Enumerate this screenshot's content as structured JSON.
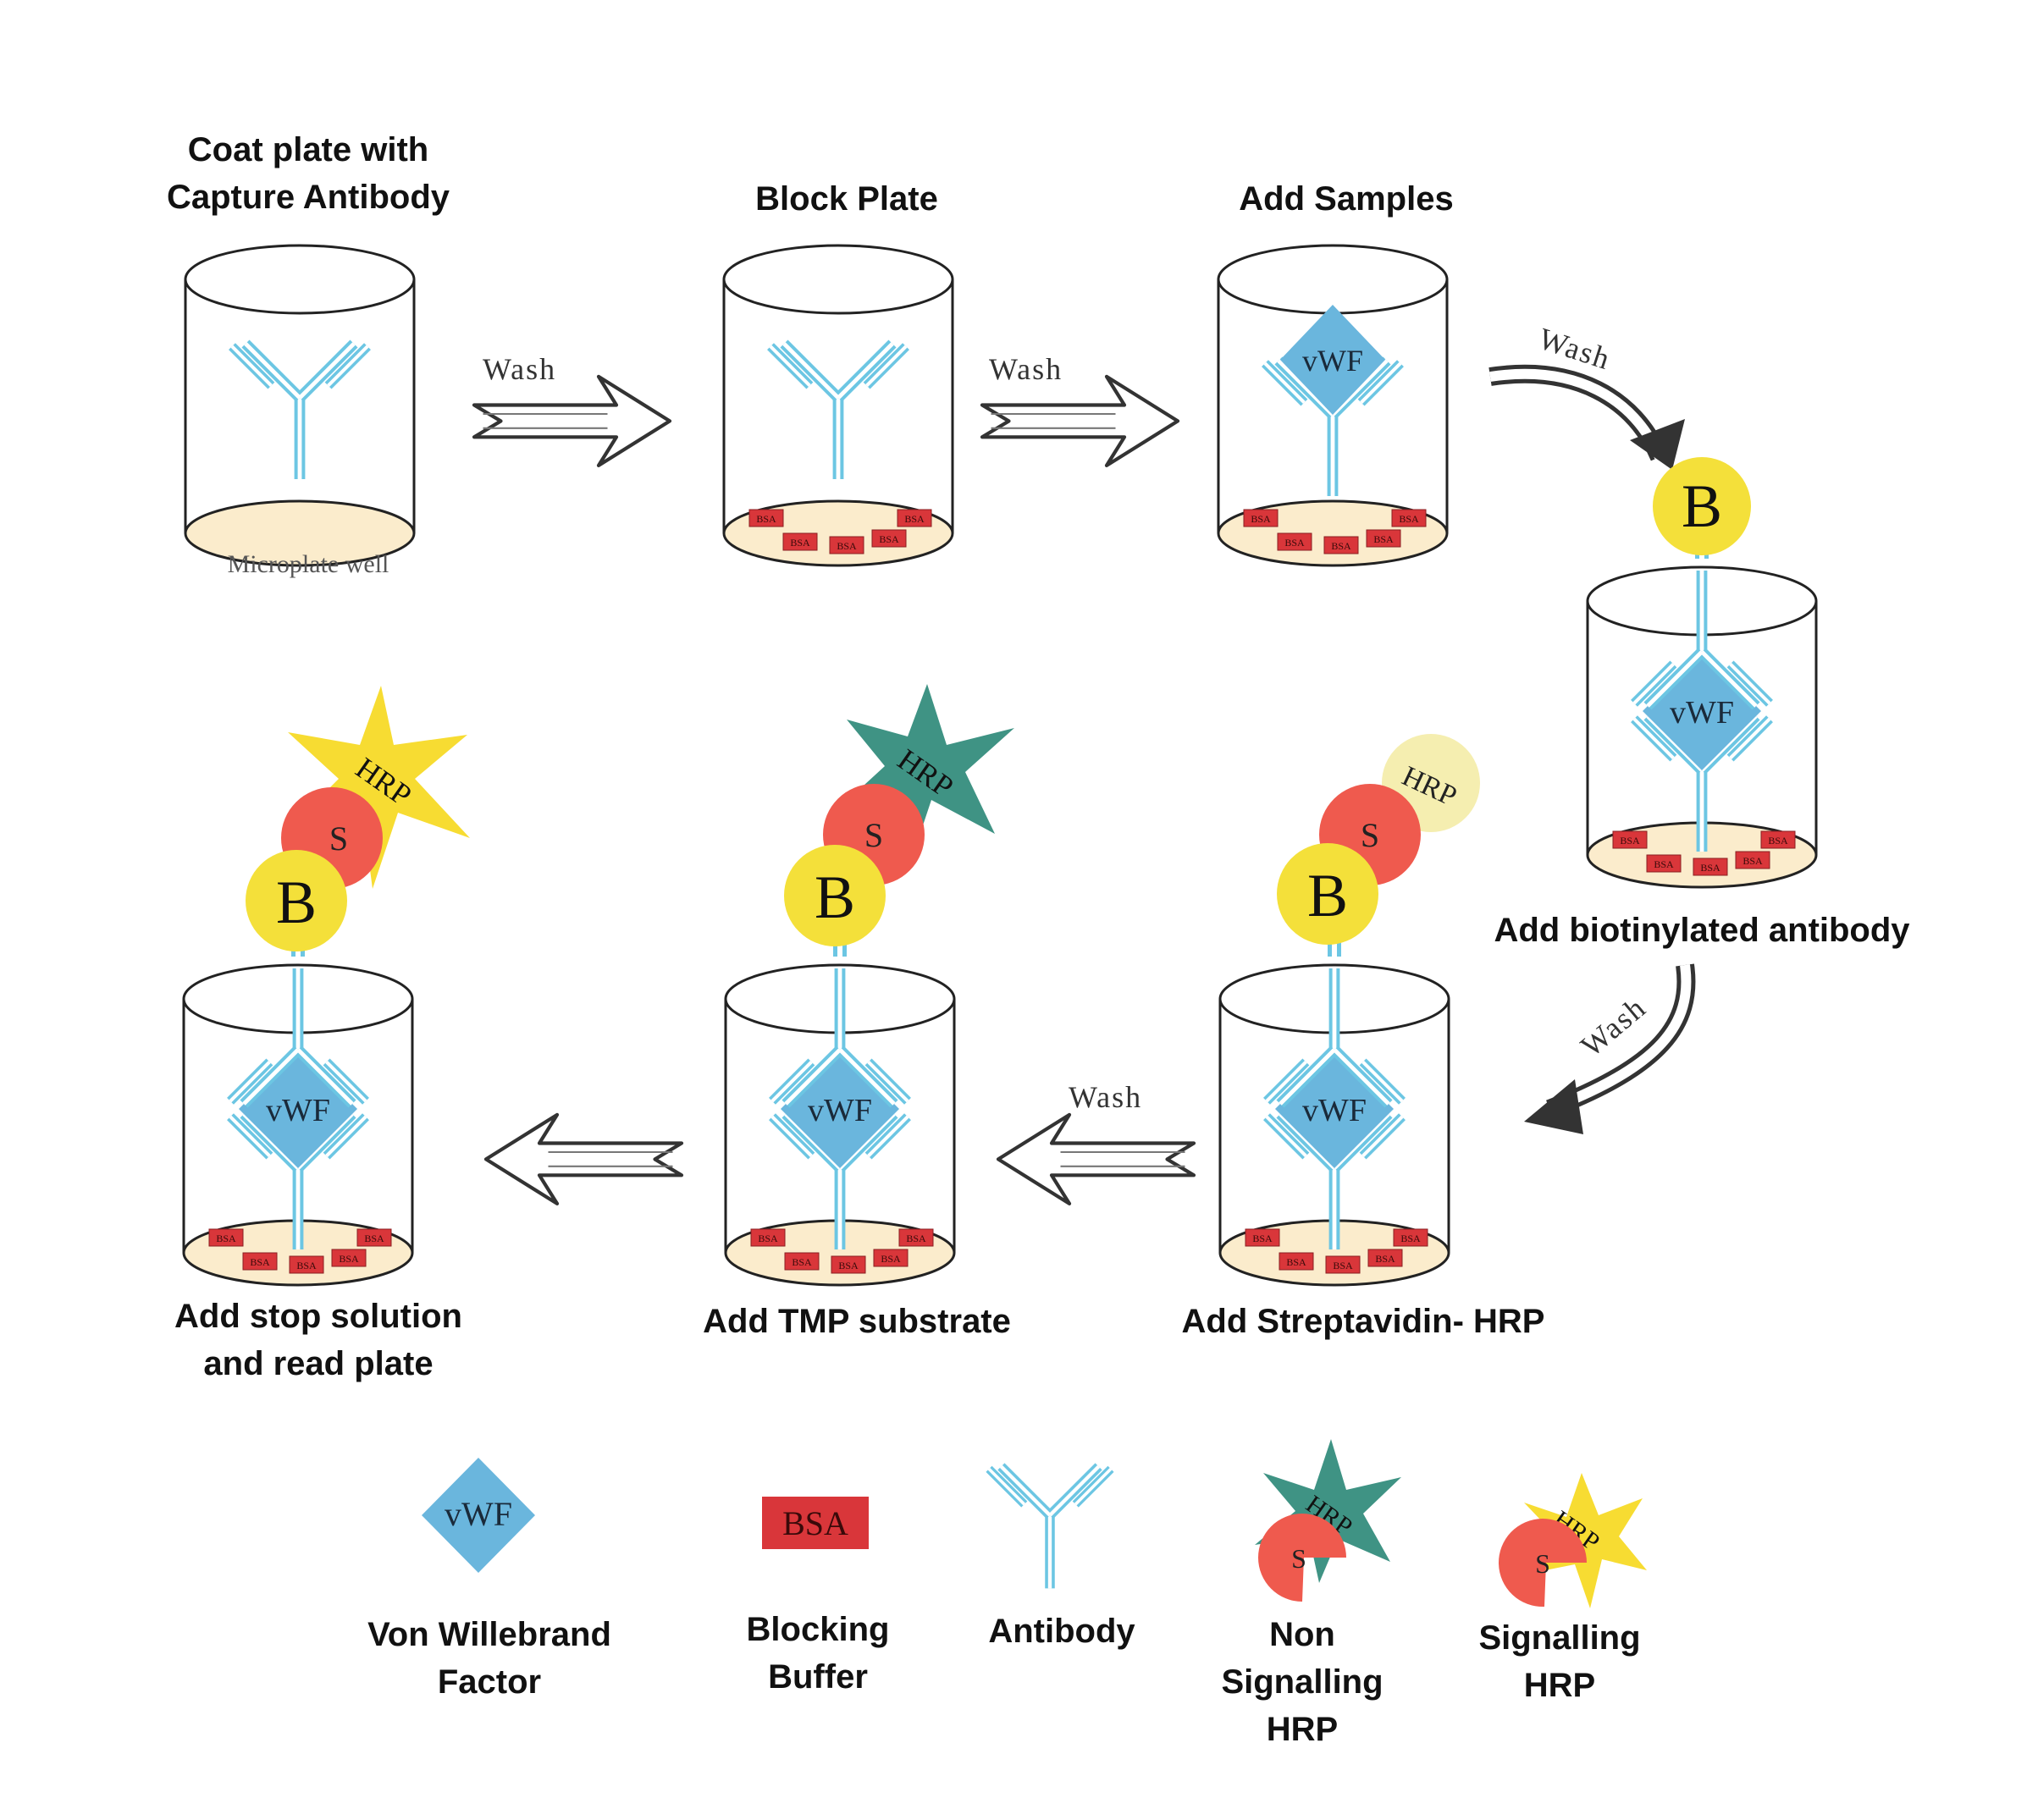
{
  "steps": {
    "coat": [
      "Coat plate with",
      "Capture Antibody"
    ],
    "microplate_well": "Microplate well",
    "block": "Block Plate",
    "samples": "Add Samples",
    "biotin": "Add biotinylated antibody",
    "strep": "Add Streptavidin- HRP",
    "tmp": "Add TMP substrate",
    "stop": [
      "Add stop solution",
      "and read plate"
    ]
  },
  "arrow_label": "Wash",
  "glyphs": {
    "vwf": "vWF",
    "bsa": "BSA",
    "biotin": "B",
    "strep": "S",
    "hrp": "HRP"
  },
  "legend": [
    {
      "lines": [
        "Von Willebrand",
        "Factor"
      ],
      "icon": "vwf-diamond"
    },
    {
      "lines": [
        "Blocking",
        "Buffer"
      ],
      "icon": "bsa-box"
    },
    {
      "lines": [
        "Antibody"
      ],
      "icon": "antibody-y"
    },
    {
      "lines": [
        "Non",
        "Signalling",
        "HRP"
      ],
      "icon": "teal-star-hrp"
    },
    {
      "lines": [
        "Signalling",
        "HRP"
      ],
      "icon": "yellow-star-hrp"
    }
  ],
  "colors": {
    "antibody": "#6cc6e3",
    "vwf": "#6ab6dd",
    "bsa": "#d9363a",
    "biotin": "#f4e03a",
    "strep": "#ef5a4e",
    "hrp_pale": "#f5eeb0",
    "hrp_teal": "#3f9384",
    "hrp_yellow": "#f7dc32",
    "well_bottom": "#fbeccc"
  }
}
